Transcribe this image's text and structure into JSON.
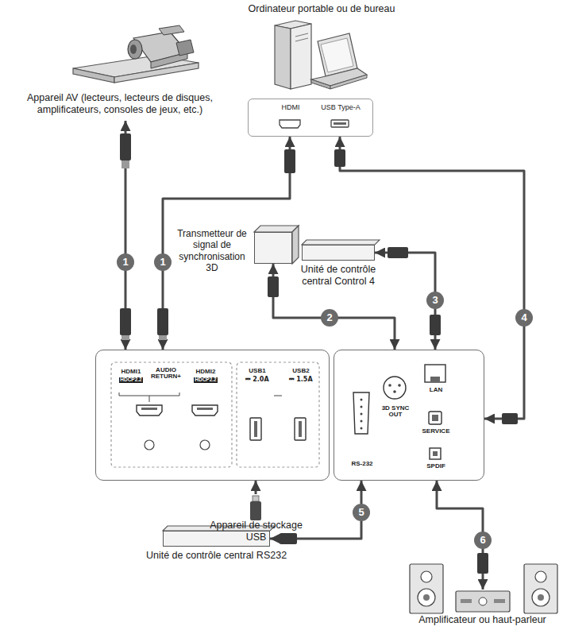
{
  "diagram": {
    "nodes": [
      {
        "text": [
          "Appareil AV (lecteurs, lecteurs de disques, amplificateurs, consoles de jeux, etc.)"
        ]
      },
      {
        "text": [
          "Ordinateur portable ou de bureau"
        ]
      },
      {
        "text": [
          "HDMI",
          "USB Type-A"
        ],
        "in": 1
      },
      {
        "text": [
          "Transmetteur de signal de synchronisation 3D"
        ]
      },
      {
        "text": [
          "Unité de contrôle central Control 4"
        ]
      },
      {
        "text": [
          "HDMI1",
          "HDCP2.2",
          "AUDIO RETURN+",
          "HDMI2",
          "HDCP2.2",
          "USB1",
          "⎓ 2.0A",
          "USB2",
          "⎓ 1.5A"
        ]
      },
      {
        "text": [
          "Appareil de stockage USB"
        ]
      },
      {
        "text": [
          "RS-232",
          "3D SYNC OUT",
          "LAN",
          "SERVICE",
          "SPDIF"
        ]
      },
      {
        "text": [
          "Unité de contrôle central RS232"
        ]
      },
      {
        "text": [
          "Amplificateur ou haut-parleur"
        ]
      }
    ],
    "edges": [
      {
        "from": 0,
        "to": 5,
        "label": "1",
        "arrow": "both"
      },
      {
        "from": 2,
        "to": 5,
        "label": "1",
        "arrow": "both"
      },
      {
        "from": 3,
        "to": 7,
        "label": "2",
        "arrow": "both"
      },
      {
        "from": 4,
        "to": 7,
        "label": "3",
        "arrow": "both"
      },
      {
        "from": 2,
        "to": 7,
        "label": "4",
        "arrow": "both"
      },
      {
        "from": 8,
        "to": 7,
        "label": "5",
        "arrow": "both"
      },
      {
        "from": 9,
        "to": 7,
        "label": "6",
        "arrow": "both"
      },
      {
        "from": 6,
        "to": 5,
        "arrow": "to"
      }
    ]
  }
}
